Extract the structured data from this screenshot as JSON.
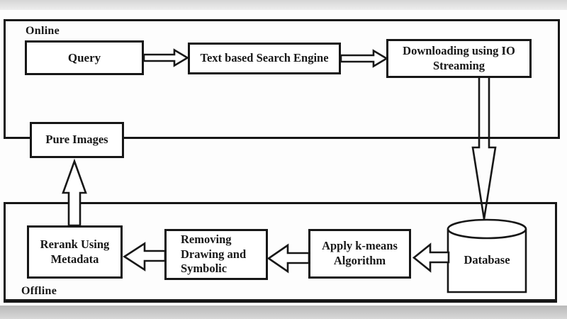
{
  "sections": {
    "online": "Online",
    "offline": "Offline"
  },
  "nodes": {
    "query": "Query",
    "search_engine": "Text based Search Engine",
    "downloading": "Downloading using IO\nStreaming",
    "pure_images": "Pure Images",
    "rerank": "Rerank Using\nMetadata",
    "removing": "Removing\nDrawing and\nSymbolic",
    "kmeans": "Apply k-means\nAlgorithm",
    "database": "Database"
  },
  "edges": [
    {
      "from": "query",
      "to": "search_engine"
    },
    {
      "from": "search_engine",
      "to": "downloading"
    },
    {
      "from": "downloading",
      "to": "database"
    },
    {
      "from": "database",
      "to": "kmeans"
    },
    {
      "from": "kmeans",
      "to": "removing"
    },
    {
      "from": "removing",
      "to": "rerank"
    },
    {
      "from": "rerank",
      "to": "pure_images"
    }
  ],
  "colors": {
    "stroke": "#171717",
    "node_fill": "#ffffff",
    "background": "#fdfdfd"
  }
}
